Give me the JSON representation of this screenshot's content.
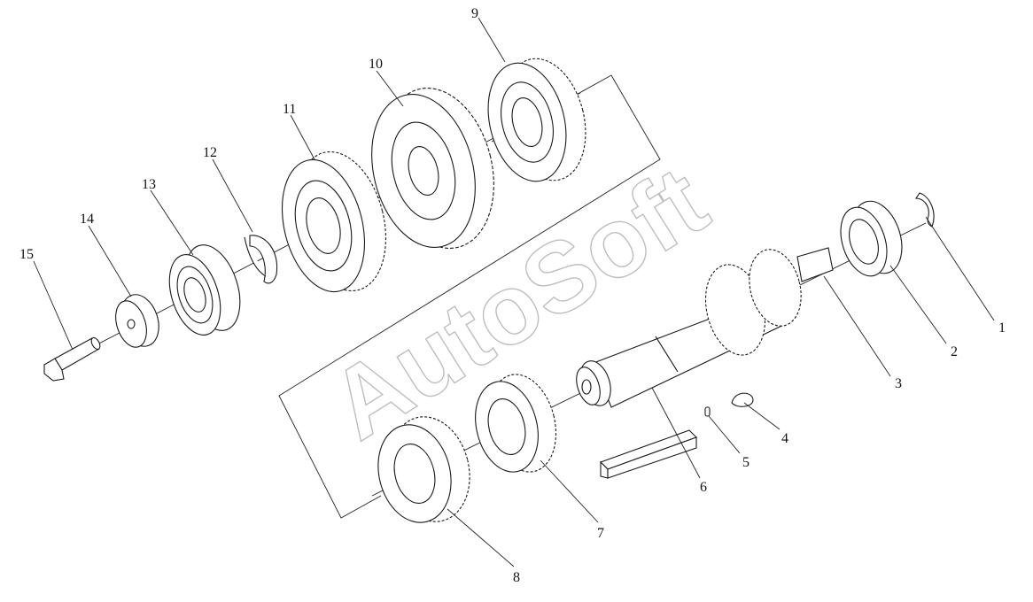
{
  "watermark": "AutoSoft",
  "callouts": [
    {
      "id": "c1",
      "label": "1"
    },
    {
      "id": "c2",
      "label": "2"
    },
    {
      "id": "c3",
      "label": "3"
    },
    {
      "id": "c4",
      "label": "4"
    },
    {
      "id": "c5",
      "label": "5"
    },
    {
      "id": "c6",
      "label": "6"
    },
    {
      "id": "c7",
      "label": "7"
    },
    {
      "id": "c8",
      "label": "8"
    },
    {
      "id": "c9",
      "label": "9"
    },
    {
      "id": "c10",
      "label": "10"
    },
    {
      "id": "c11",
      "label": "11"
    },
    {
      "id": "c12",
      "label": "12"
    },
    {
      "id": "c13",
      "label": "13"
    },
    {
      "id": "c14",
      "label": "14"
    },
    {
      "id": "c15",
      "label": "15"
    }
  ],
  "colors": {
    "line": "#1a1a1a",
    "watermark": "#8a8a8a",
    "background": "#ffffff"
  }
}
